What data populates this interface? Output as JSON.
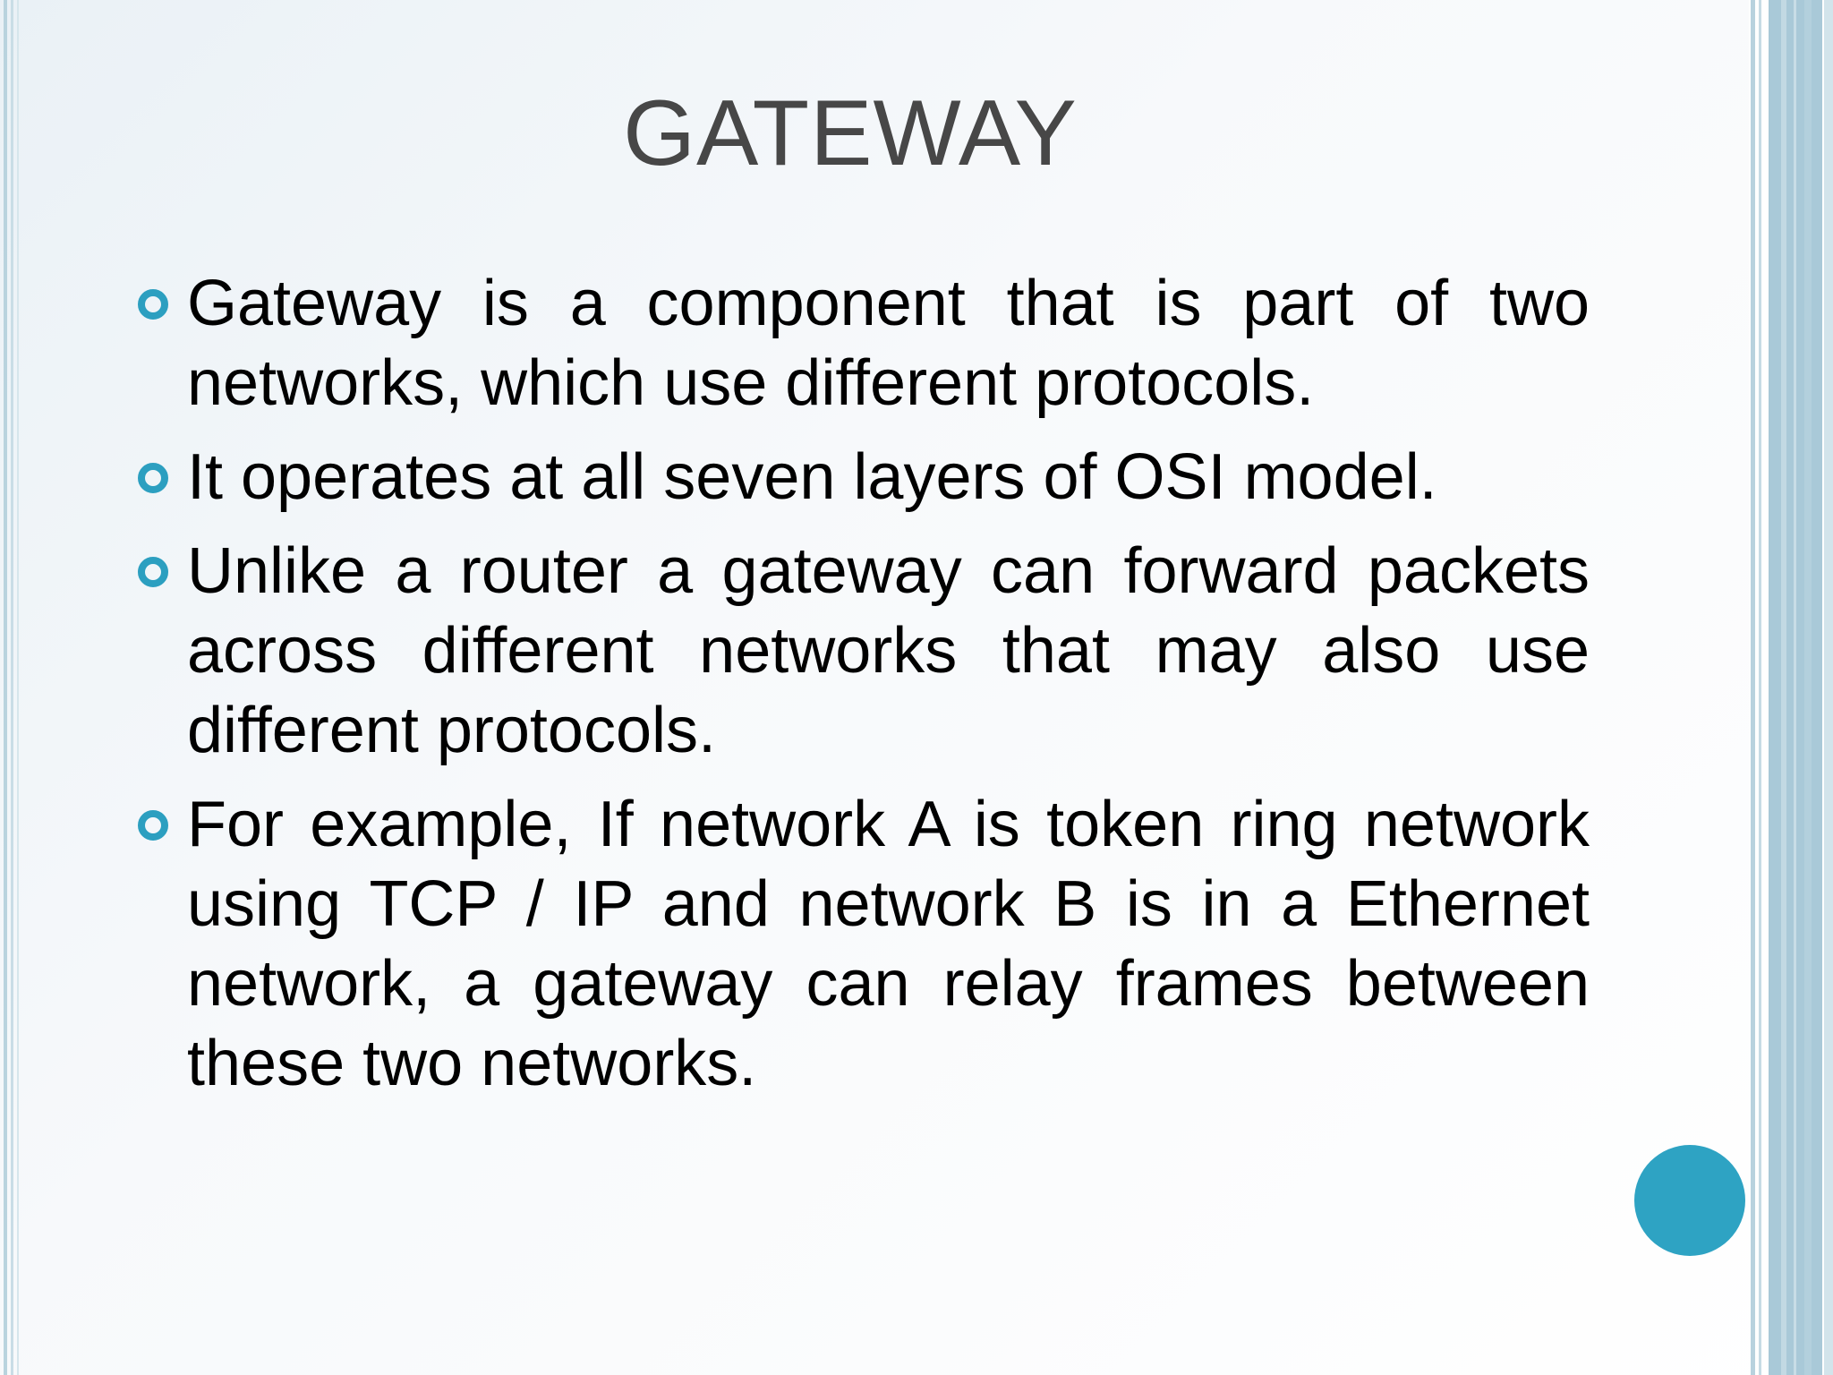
{
  "slide": {
    "title": "GATEWAY",
    "bullets": [
      {
        "text": "Gateway is a component that is part of two networks, which use different protocols."
      },
      {
        "text": "It operates at all seven layers of OSI model."
      },
      {
        "text": "Unlike a router a gateway can forward packets across different networks that may also use different protocols."
      },
      {
        "text": "For example, If network A is token ring network using TCP / IP and network B is in a Ethernet network, a gateway can relay frames between these two networks."
      }
    ]
  },
  "theme": {
    "accent": "#2ea3c3",
    "title_color": "#474747",
    "border_color": "#a9c9d8",
    "bullet_icon": "hollow-circle-bullet"
  }
}
